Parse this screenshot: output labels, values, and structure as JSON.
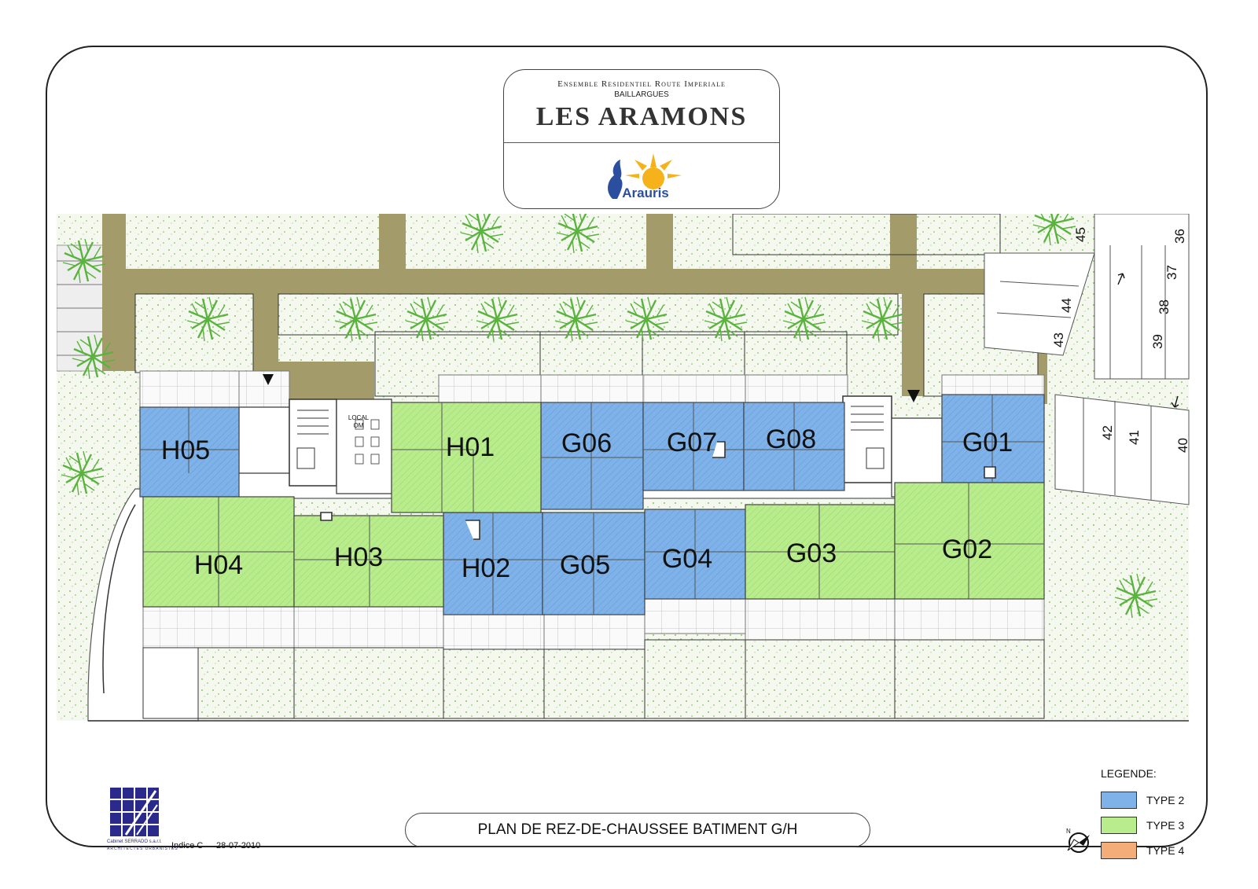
{
  "title": {
    "line1": "Ensemble Residentiel Route Imperiale",
    "line2": "BAILLARGUES",
    "name": "LES ARAMONS",
    "brand": "Arauris"
  },
  "plan_title": "PLAN DE REZ-DE-CHAUSSEE BATIMENT G/H",
  "legend": {
    "title": "LEGENDE:",
    "items": [
      {
        "label": "TYPE 2",
        "color": "#7eb2e8"
      },
      {
        "label": "TYPE 3",
        "color": "#b8ec8c"
      },
      {
        "label": "TYPE 4",
        "color": "#f4ac78"
      }
    ]
  },
  "units": [
    {
      "id": "H05",
      "type": 2
    },
    {
      "id": "H01",
      "type": 3
    },
    {
      "id": "G06",
      "type": 2
    },
    {
      "id": "G07",
      "type": 2
    },
    {
      "id": "G08",
      "type": 2
    },
    {
      "id": "G01",
      "type": 2
    },
    {
      "id": "H04",
      "type": 3
    },
    {
      "id": "H03",
      "type": 3
    },
    {
      "id": "H02",
      "type": 2
    },
    {
      "id": "G05",
      "type": 2
    },
    {
      "id": "G04",
      "type": 2
    },
    {
      "id": "G03",
      "type": 3
    },
    {
      "id": "G02",
      "type": 3
    }
  ],
  "local_label": {
    "line1": "LOCAL",
    "line2": "OM"
  },
  "parking_numbers": [
    "45",
    "44",
    "43",
    "42",
    "41",
    "40",
    "36",
    "37",
    "38",
    "39"
  ],
  "architect": {
    "name": "Cabinet SERRADO s.a.r.l.",
    "sub": "ARCHITECTES URBANISTES"
  },
  "indice": "Indice C",
  "date": "28-07-2010",
  "colors": {
    "type2": "#7eb2e8",
    "type3": "#b8ec8c",
    "path": "#a39c6a",
    "garden": "#f4f8ee",
    "tree": "#5bb33f"
  }
}
